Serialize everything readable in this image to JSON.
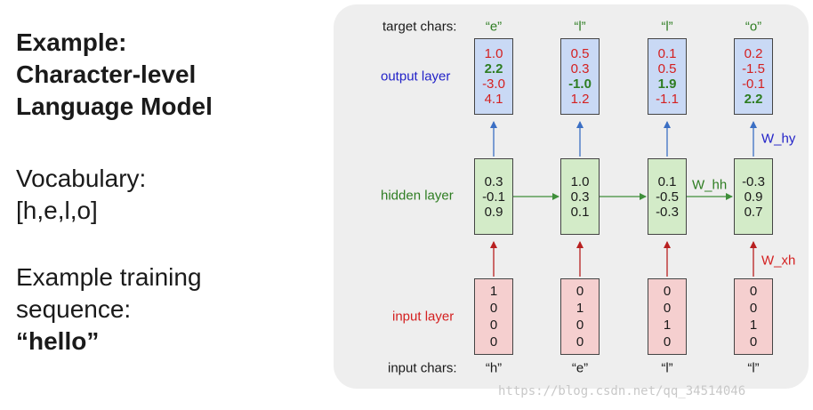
{
  "left": {
    "title_lines": [
      "Example:",
      "Character-level",
      "Language Model"
    ],
    "vocab_label": "Vocabulary:",
    "vocab_value": "[h,e,l,o]",
    "seq_line1": "Example training",
    "seq_line2": "sequence:",
    "seq_value": "“hello”"
  },
  "diagram": {
    "target_label": "target chars:",
    "input_label": "input chars:",
    "output_layer_label": "output layer",
    "hidden_layer_label": "hidden layer",
    "input_layer_label": "input layer",
    "weights": {
      "hy": "W_hy",
      "hh": "W_hh",
      "xh": "W_xh"
    },
    "colors": {
      "output_label": "#2222c8",
      "hidden_label": "#2e7d22",
      "input_label": "#d42020",
      "output_fill": "#c9d9f5",
      "hidden_fill": "#d3ebc8",
      "input_fill": "#f5cfcf",
      "arrow_blue": "#3b6fc4",
      "arrow_green": "#3f8f3a",
      "arrow_red": "#b82020"
    },
    "columns": [
      {
        "target_char": "“e”",
        "input_char": "“h”",
        "output": [
          "1.0",
          "2.2",
          "-3.0",
          "4.1"
        ],
        "output_highlight": 1,
        "hidden": [
          "0.3",
          "-0.1",
          "0.9"
        ],
        "input": [
          "1",
          "0",
          "0",
          "0"
        ]
      },
      {
        "target_char": "“l”",
        "input_char": "“e”",
        "output": [
          "0.5",
          "0.3",
          "-1.0",
          "1.2"
        ],
        "output_highlight": 2,
        "hidden": [
          "1.0",
          "0.3",
          "0.1"
        ],
        "input": [
          "0",
          "1",
          "0",
          "0"
        ]
      },
      {
        "target_char": "“l”",
        "input_char": "“l”",
        "output": [
          "0.1",
          "0.5",
          "1.9",
          "-1.1"
        ],
        "output_highlight": 2,
        "hidden": [
          "0.1",
          "-0.5",
          "-0.3"
        ],
        "input": [
          "0",
          "0",
          "1",
          "0"
        ]
      },
      {
        "target_char": "“o”",
        "input_char": "“l”",
        "output": [
          "0.2",
          "-1.5",
          "-0.1",
          "2.2"
        ],
        "output_highlight": 3,
        "hidden": [
          "-0.3",
          "0.9",
          "0.7"
        ],
        "input": [
          "0",
          "0",
          "1",
          "0"
        ]
      }
    ]
  },
  "watermark": "https://blog.csdn.net/qq_34514046"
}
